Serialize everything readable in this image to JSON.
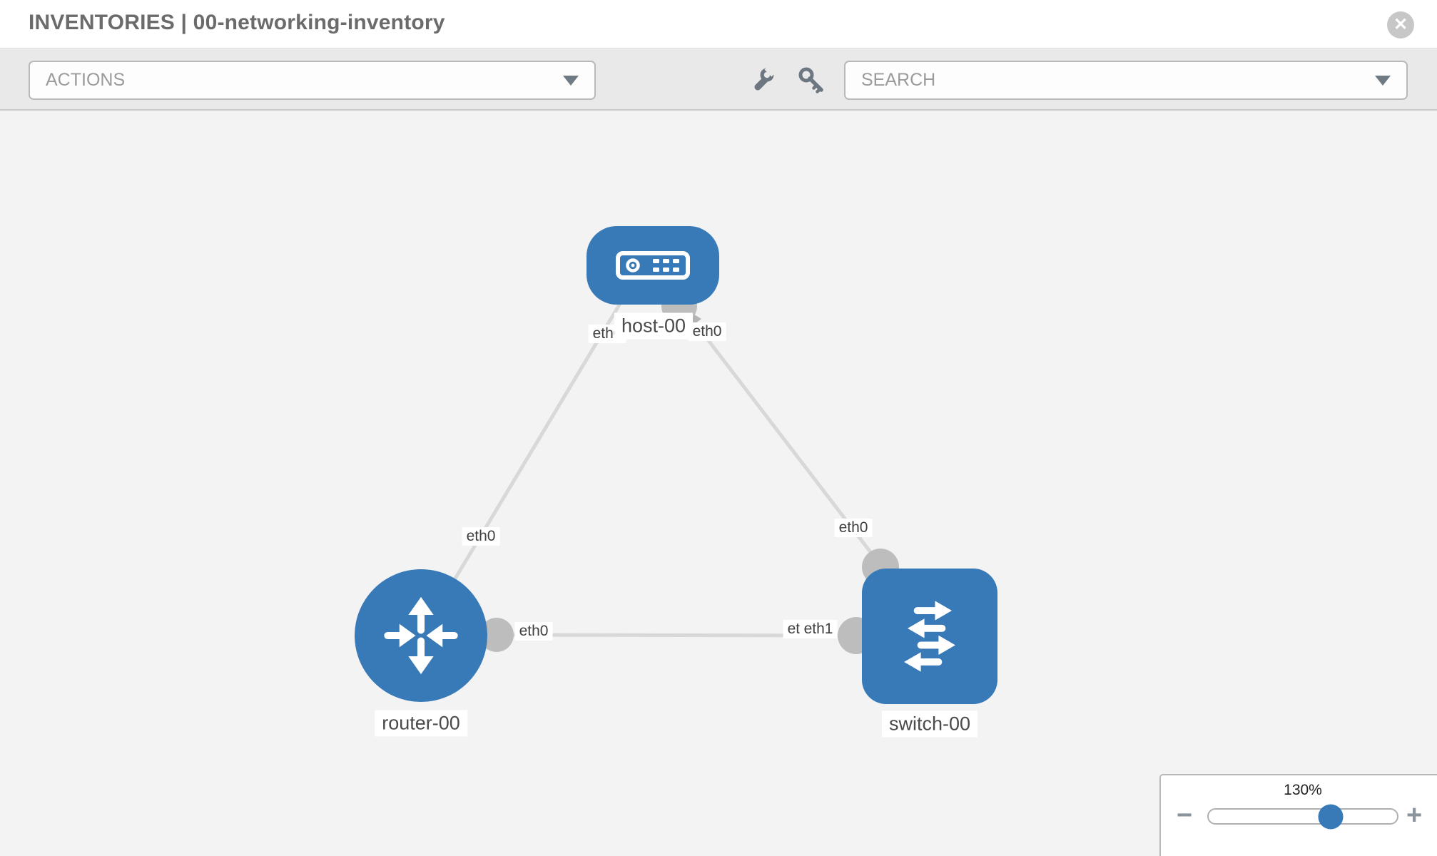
{
  "header": {
    "title": "INVENTORIES | 00-networking-inventory",
    "close_glyph": "✕"
  },
  "toolbar": {
    "actions_label": "ACTIONS",
    "search_placeholder": "SEARCH"
  },
  "icons": {
    "close": "circle-x",
    "actions_caret": "chevron-down",
    "search_caret": "chevron-down",
    "tool_1": "wrench",
    "tool_2": "key",
    "zoom_out": "minus",
    "zoom_in": "plus"
  },
  "colors": {
    "node_blue": "#377ab7",
    "connector_gray": "#bdbdbd",
    "edge_gray": "#d8d8d8",
    "canvas_bg": "#f3f3f3",
    "toolbar_bg": "#e9e9e9"
  },
  "topology": {
    "nodes": [
      {
        "label": "host-00",
        "type": "host"
      },
      {
        "label": "router-00",
        "type": "router"
      },
      {
        "label": "switch-00",
        "type": "switch"
      }
    ],
    "links": [
      {
        "source": "host-00",
        "target": "router-00"
      },
      {
        "source": "host-00",
        "target": "switch-00"
      },
      {
        "source": "router-00",
        "target": "switch-00"
      }
    ],
    "interface_labels": [
      {
        "id": "host-left",
        "text": "eth0"
      },
      {
        "id": "host-right",
        "text": "eth0"
      },
      {
        "id": "router-top",
        "text": "eth0"
      },
      {
        "id": "switch-top",
        "text": "eth0"
      },
      {
        "id": "router-right",
        "text": "eth0"
      },
      {
        "id": "switch-left-eth0",
        "text": "eth0"
      },
      {
        "id": "switch-left-eth1",
        "text": "eth1"
      }
    ]
  },
  "zoom_panel": {
    "value": "130%",
    "minus_glyph": "−",
    "plus_glyph": "+"
  }
}
